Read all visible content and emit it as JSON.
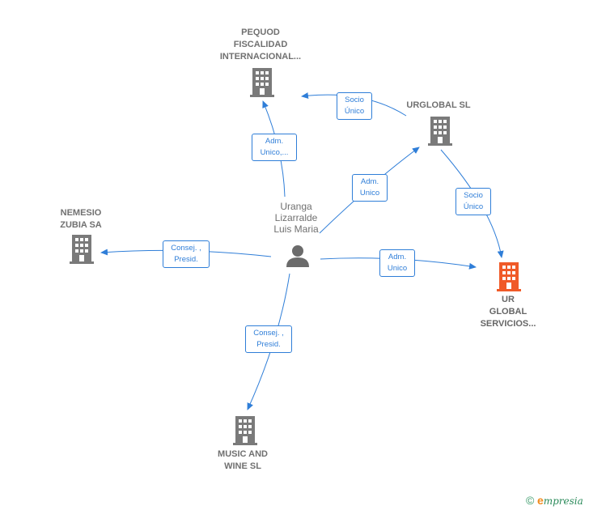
{
  "nodes": {
    "pequod": {
      "label": "PEQUOD\nFISCALIDAD\nINTERNACIONAL..."
    },
    "urglobal_sl": {
      "label": "URGLOBAL SL"
    },
    "nemesio": {
      "label": "NEMESIO\nZUBIA SA"
    },
    "person": {
      "label": "Uranga\nLizarralde\nLuis Maria"
    },
    "ur_global": {
      "label": "UR\nGLOBAL\nSERVICIOS..."
    },
    "music": {
      "label": "MUSIC AND\nWINE  SL"
    }
  },
  "edges": {
    "urglobal_to_pequod": "Socio\nÚnico",
    "person_to_pequod": "Adm.\nUnico,...",
    "person_to_urglobal": "Adm.\nUnico",
    "urglobal_to_urglobalserv": "Socio\nÚnico",
    "person_to_nemesio": "Consej. ,\nPresid.",
    "person_to_urglobalserv": "Adm.\nUnico",
    "person_to_music": "Consej. ,\nPresid."
  },
  "colors": {
    "edge": "#2f7ed8",
    "company": "#7a7a7a",
    "main_company": "#f05a28",
    "person": "#6b6b6b"
  },
  "icons": {
    "company": "building-icon",
    "person": "person-icon"
  },
  "footer": {
    "copyright_symbol": "©",
    "brand_initial": "e",
    "brand_rest": "mpresia"
  }
}
